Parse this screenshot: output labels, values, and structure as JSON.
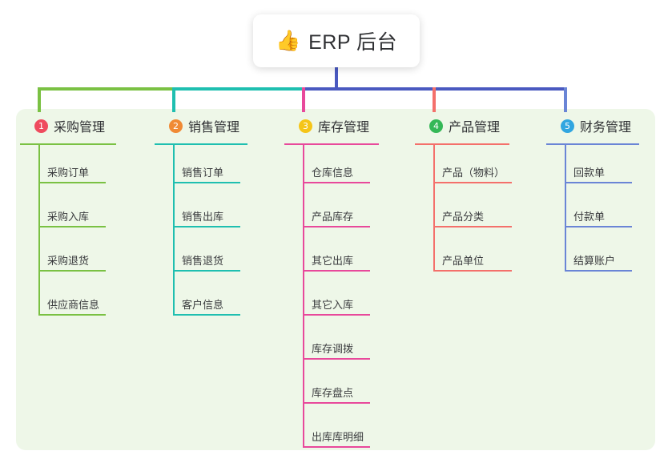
{
  "diagram": {
    "title": "ERP 后台",
    "root_icon": "thumbs-up-icon",
    "root_icon_glyph": "👍",
    "panel_color": "#eef7e8",
    "trunk_color": "#4a59c0",
    "bus_colors": [
      "#7ac143",
      "#1fbfb0",
      "#4a59c0"
    ]
  },
  "columns": [
    {
      "index": "1",
      "title": "采购管理",
      "badge_color": "#ef4b5e",
      "line_color": "#7ac143",
      "head_rule_width": 120,
      "rule_width": 84,
      "leaves": [
        {
          "label": "采购订单"
        },
        {
          "label": "采购入库"
        },
        {
          "label": "采购退货"
        },
        {
          "label": "供应商信息"
        }
      ]
    },
    {
      "index": "2",
      "title": "销售管理",
      "badge_color": "#f08a35",
      "line_color": "#1fbfb0",
      "head_rule_width": 116,
      "rule_width": 84,
      "leaves": [
        {
          "label": "销售订单"
        },
        {
          "label": "销售出库"
        },
        {
          "label": "销售退货"
        },
        {
          "label": "客户信息"
        }
      ]
    },
    {
      "index": "3",
      "title": "库存管理",
      "badge_color": "#f5c518",
      "line_color": "#e8499b",
      "head_rule_width": 118,
      "rule_width": 84,
      "leaves": [
        {
          "label": "仓库信息"
        },
        {
          "label": "产品库存"
        },
        {
          "label": "其它出库"
        },
        {
          "label": "其它入库"
        },
        {
          "label": "库存调拨"
        },
        {
          "label": "库存盘点"
        },
        {
          "label": "出库库明细"
        }
      ]
    },
    {
      "index": "4",
      "title": "产品管理",
      "badge_color": "#35b857",
      "line_color": "#f4706b",
      "head_rule_width": 118,
      "rule_width": 98,
      "leaves": [
        {
          "label": "产品（物料）"
        },
        {
          "label": "产品分类"
        },
        {
          "label": "产品单位"
        }
      ]
    },
    {
      "index": "5",
      "title": "财务管理",
      "badge_color": "#31a6e0",
      "line_color": "#6a85d6",
      "head_rule_width": 116,
      "rule_width": 84,
      "leaves": [
        {
          "label": "回款单"
        },
        {
          "label": "付款单"
        },
        {
          "label": "结算账户"
        }
      ]
    }
  ]
}
